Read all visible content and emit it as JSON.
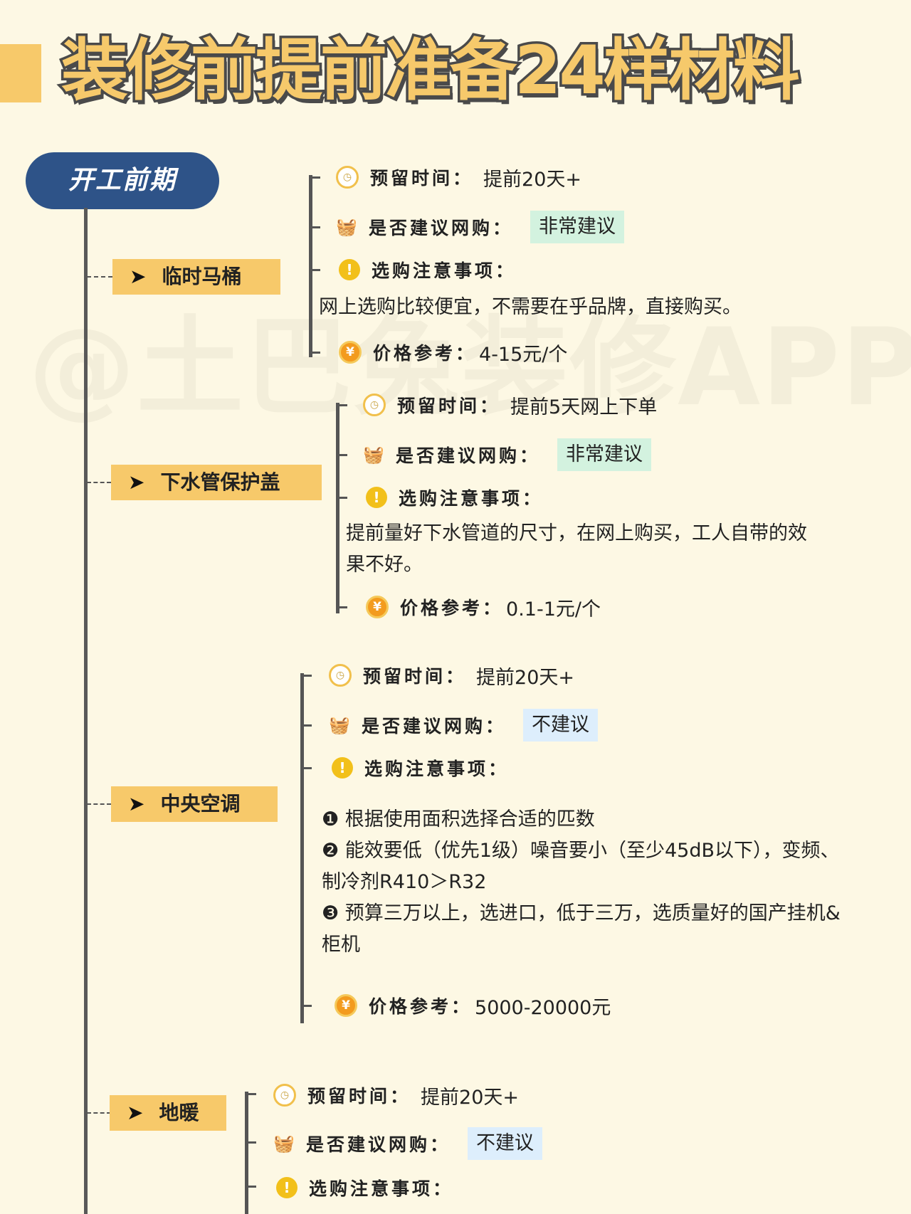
{
  "title": "装修前提前准备24样材料",
  "watermark": "@土巴兔装修APP",
  "phase": "开工前期",
  "labels": {
    "time": "预留时间：",
    "online": "是否建议网购：",
    "notes": "选购注意事项：",
    "price": "价格参考："
  },
  "items": [
    {
      "name": "临时马桶",
      "time": "提前20天+",
      "online": "非常建议",
      "note": "网上选购比较便宜，不需要在乎品牌，直接购买。",
      "price": "4-15元/个"
    },
    {
      "name": "下水管保护盖",
      "time": "提前5天网上下单",
      "online": "非常建议",
      "note_line1": "提前量好下水管道的尺寸，在网上购买，工人自带的效",
      "note_line2": "果不好。",
      "price": "0.1-1元/个"
    },
    {
      "name": "中央空调",
      "time": "提前20天+",
      "online": "不建议",
      "notes": [
        "❶ 根据使用面积选择合适的匹数",
        "❷ 能效要低（优先1级）噪音要小（至少45dB以下），变频、",
        "制冷剂R410＞R32",
        "❸ 预算三万以上，选进口，低于三万，选质量好的国产挂机&",
        "柜机"
      ],
      "price": "5000-20000元"
    },
    {
      "name": "地暖",
      "time": "提前20天+",
      "online": "不建议"
    }
  ]
}
